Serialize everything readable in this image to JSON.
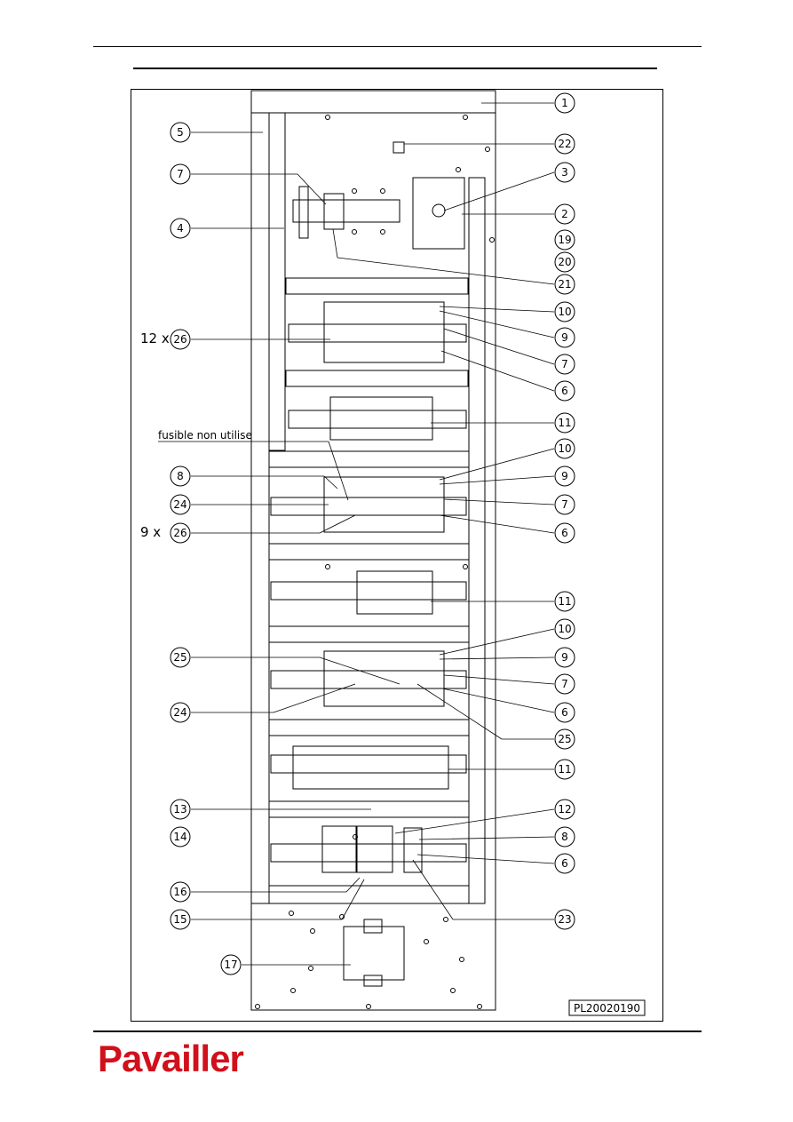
{
  "drawing": {
    "reference": "PL20020190",
    "note": "fusible non utilise",
    "qty_labels": {
      "row1": "12 x",
      "row2": "9 x"
    },
    "callouts_left": [
      "5",
      "7",
      "4",
      "26",
      "8",
      "24",
      "26",
      "25",
      "24",
      "13",
      "14",
      "16",
      "15",
      "17"
    ],
    "callouts_right": [
      "1",
      "22",
      "3",
      "2",
      "19",
      "20",
      "21",
      "10",
      "9",
      "7",
      "6",
      "11",
      "10",
      "9",
      "7",
      "6",
      "11",
      "10",
      "9",
      "7",
      "6",
      "25",
      "11",
      "12",
      "8",
      "6",
      "23"
    ]
  },
  "brand": {
    "name": "Pavailler",
    "color": "#d0111b"
  }
}
